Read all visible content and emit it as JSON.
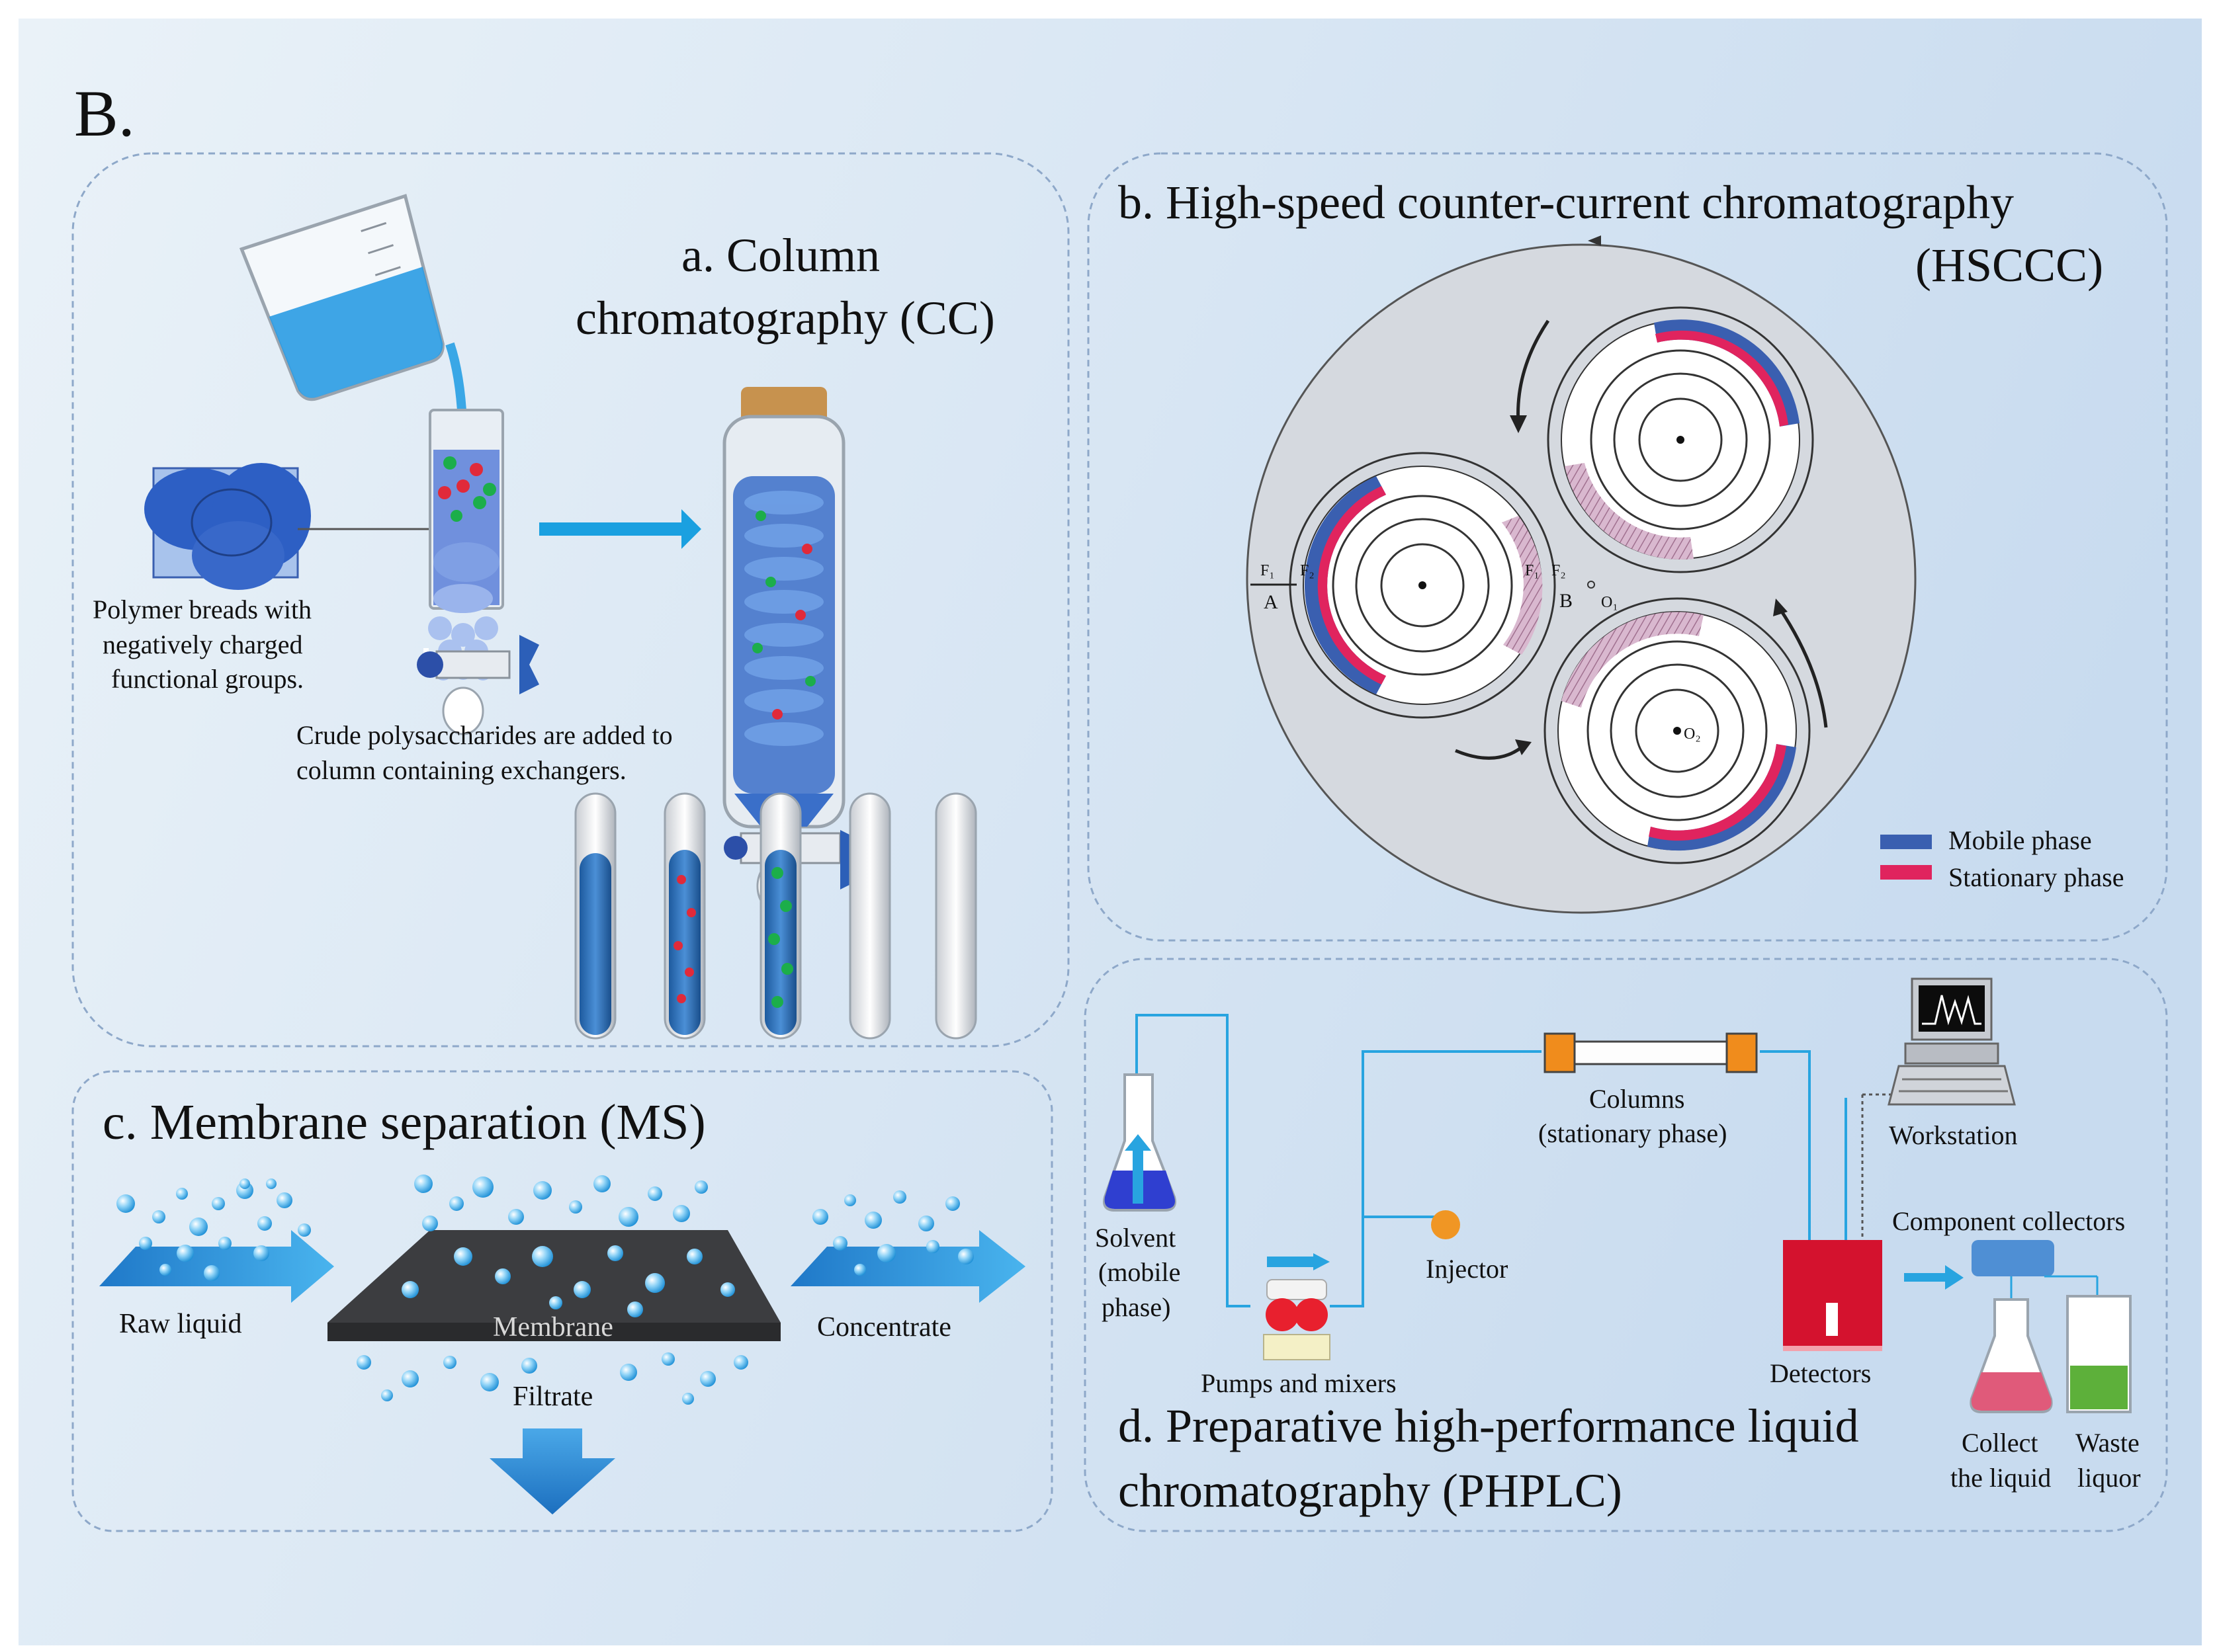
{
  "figure_label": "B.",
  "panel_a": {
    "title_line1": "a. Column",
    "title_line2": "chromatography (CC)",
    "bead_caption": [
      "Polymer breads with",
      "negatively charged",
      "functional groups."
    ],
    "step_caption": [
      "Crude polysaccharides are added to",
      "column containing exchangers."
    ]
  },
  "panel_b": {
    "title_line1": "b. High-speed counter-current chromatography",
    "title_line2": "(HSCCC)",
    "label_f1": "F₁",
    "label_f2": "F₂",
    "label_a": "A",
    "label_b": "B",
    "label_o1": "O₁",
    "label_o2": "O₂",
    "legend": [
      {
        "label": "Mobile phase",
        "color": "#3a5fb0"
      },
      {
        "label": "Stationary phase",
        "color": "#e0245e"
      }
    ]
  },
  "panel_c": {
    "title": "c.  Membrane separation (MS)",
    "raw": "Raw liquid",
    "membrane": "Membrane",
    "concentrate": "Concentrate",
    "filtrate": "Filtrate"
  },
  "panel_d": {
    "title_line1": "d. Preparative high-performance liquid",
    "title_line2": "chromatography (PHPLC)",
    "solvent": [
      "Solvent",
      "(mobile",
      "phase)"
    ],
    "pumps": "Pumps and mixers",
    "injector": "Injector",
    "columns": [
      "Columns",
      "(stationary phase)"
    ],
    "workstation": "Workstation",
    "collectors": "Component collectors",
    "detectors": "Detectors",
    "collect": [
      "Collect",
      "the liquid"
    ],
    "waste": [
      "Waste",
      "liquor"
    ]
  },
  "colors": {
    "background_start": "#eaf2f8",
    "background_end": "#c9dcf0",
    "accent_blue": "#1aa0e0",
    "mobile_blue": "#3a5fb0",
    "stationary_red": "#e0245e",
    "orange": "#f08c1c",
    "detector_red": "#d4122e"
  }
}
